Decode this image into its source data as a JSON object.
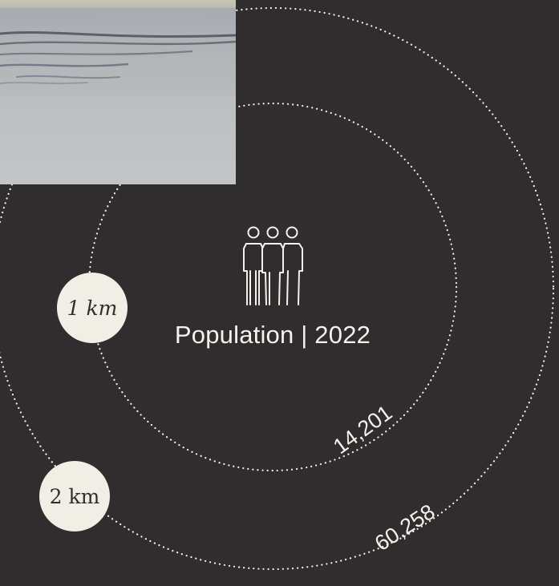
{
  "caption": "Population | 2022",
  "rings": [
    {
      "distance_label": "1 km",
      "population": "14,201"
    },
    {
      "distance_label": "2 km",
      "population": "60,258"
    }
  ],
  "icons": {
    "people": "people-group-icon"
  },
  "colors": {
    "background": "#2f2d2d",
    "ring_stroke": "#f1efe5",
    "badge_fill": "#f1efe5",
    "text": "#f4f2ea"
  }
}
